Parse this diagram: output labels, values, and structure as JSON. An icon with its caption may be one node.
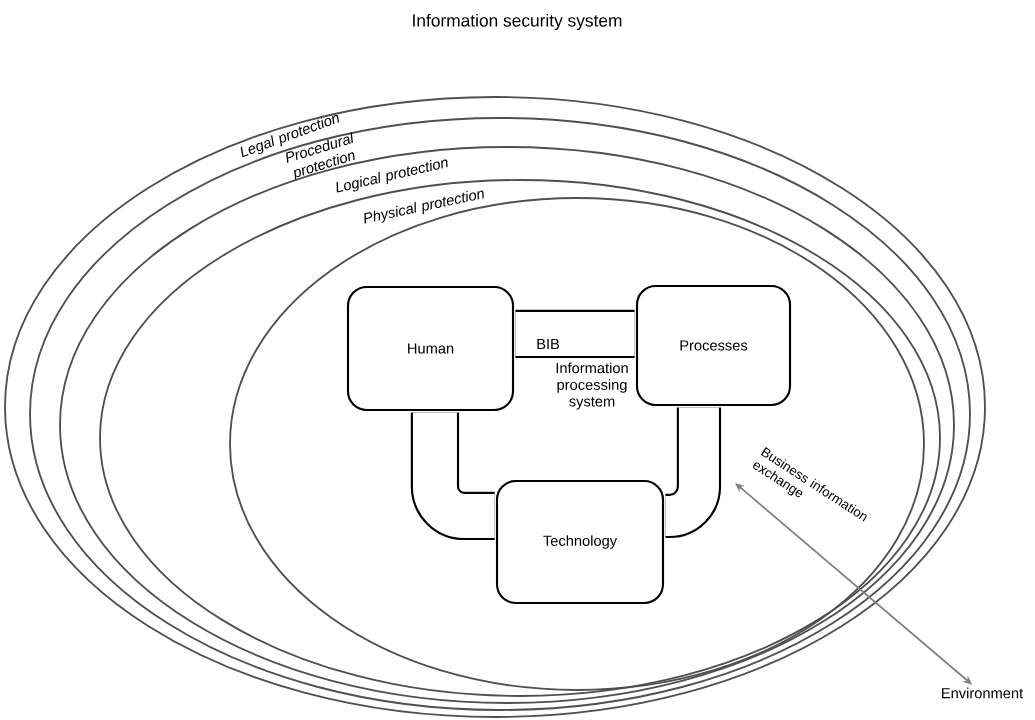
{
  "diagram": {
    "title": "Information security system",
    "nodes": [
      {
        "text": [
          "Legal protection"
        ]
      },
      {
        "text": [
          "Procedural protection"
        ],
        "in": 0
      },
      {
        "text": [
          "Logical protection"
        ],
        "in": 1
      },
      {
        "text": [
          "Physical protection"
        ],
        "in": 2
      },
      {
        "text": [
          "Information processing system"
        ],
        "in": 3
      },
      {
        "text": [
          "Human"
        ],
        "in": 4
      },
      {
        "text": [
          "Processes"
        ],
        "in": 4
      },
      {
        "text": [
          "Technology"
        ],
        "in": 4
      },
      {
        "text": [
          "Environment"
        ]
      }
    ],
    "edges": [
      {
        "from": 5,
        "to": 6,
        "arrow": "none",
        "label": "BIB"
      },
      {
        "from": 5,
        "to": 7,
        "arrow": "none"
      },
      {
        "from": 6,
        "to": 7,
        "arrow": "none"
      },
      {
        "from": null,
        "to": 8,
        "arrow": "both",
        "label": "Business information exchange",
        "color": "#7f7f7f"
      }
    ]
  }
}
